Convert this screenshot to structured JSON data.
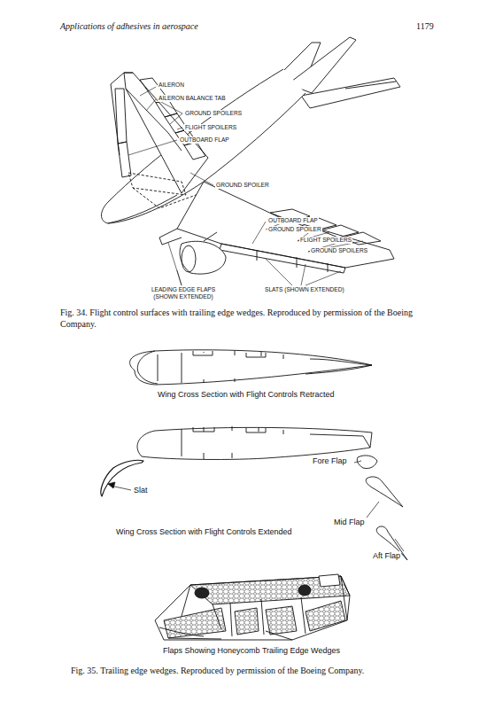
{
  "diagram": {
    "labels": [
      "Applications of adhesives in aerospace",
      "1179",
      "AILERON",
      "AILERON BALANCE TAB",
      "GROUND SPOILERS",
      "FLIGHT SPOILERS",
      "OUTBOARD FLAP",
      "GROUND SPOILER",
      "OUTBOARD FLAP",
      "GROUND SPOILER",
      "FLIGHT SPOILERS",
      "GROUND SPOILERS",
      "LEADING EDGE FLAPS (SHOWN EXTENDED)",
      "SLATS (SHOWN EXTENDED)",
      "Fig. 34. Flight control surfaces with trailing edge wedges. Reproduced by permission of the Boeing Company.",
      "Wing Cross Section with Flight Controls Retracted",
      "Slat",
      "Fore Flap",
      "Mid Flap",
      "Wing Cross Section with Flight Controls Extended",
      "Aft Flap",
      "Flaps Showing Honeycomb Trailing Edge Wedges",
      "Fig. 35. Trailing edge wedges. Reproduced by permission of the Boeing Company."
    ]
  }
}
